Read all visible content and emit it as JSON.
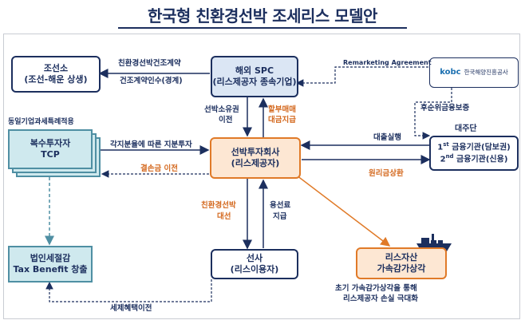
{
  "title": "한국형 친환경선박 조세리스 모델안",
  "nodes": {
    "shipyard": {
      "line1": "조선소",
      "line2": "(조선-해운 상생)"
    },
    "spc": {
      "line1": "해외 SPC",
      "line2": "(리스제공자 종속기업)"
    },
    "kobc": {
      "logo": "kobc",
      "name": "한국해양진흥공사"
    },
    "investors": {
      "note": "동일기업과세특례적용",
      "line1": "복수투자자",
      "line2": "TCP"
    },
    "ship_investment_co": {
      "line1": "선박투자회사",
      "line2": "(리스제공자)"
    },
    "lenders": {
      "header": "대주단",
      "line1_num": "1",
      "line1_sup": "st",
      "line1_text": " 금융기관(담보권)",
      "line2_num": "2",
      "line2_sup": "nd",
      "line2_text": " 금융기관(신용)"
    },
    "tax_benefit": {
      "line1": "법인세절감",
      "line2": "Tax Benefit 창출"
    },
    "shipping_co": {
      "line1": "선사",
      "line2": "(리스이용자)"
    },
    "lease_asset": {
      "line1": "리스자산",
      "line2": "가속감가상각",
      "note1": "초기 가속감가상각을 통해",
      "note2": "리스제공자 손실 극대화"
    }
  },
  "edge_labels": {
    "contract_1": "친환경선박건조계약",
    "contract_2": "건조계약인수(경계)",
    "remarketing": "Remarketing Agreement",
    "guarantee": "후순위금융보증",
    "ownership_1": "선박소유권",
    "ownership_2": "이전",
    "installment_1": "할부매매",
    "installment_2": "대금지급",
    "loan_exec": "대출실행",
    "equity": "각지분율에 따른 지분투자",
    "deficit": "결손금 이전",
    "repayment": "원리금상환",
    "eco_ship_1": "친환경선박",
    "eco_ship_2": "대선",
    "charter_1": "용선료",
    "charter_2": "지급",
    "tax_transfer": "세제혜택이전"
  },
  "colors": {
    "navy": "#1c2f5e",
    "orange": "#e07a28",
    "teal": "#4f8fa3",
    "light_blue": "#dbe6f4",
    "light_orange": "#fde7d3",
    "light_teal": "#cfe9ee"
  }
}
